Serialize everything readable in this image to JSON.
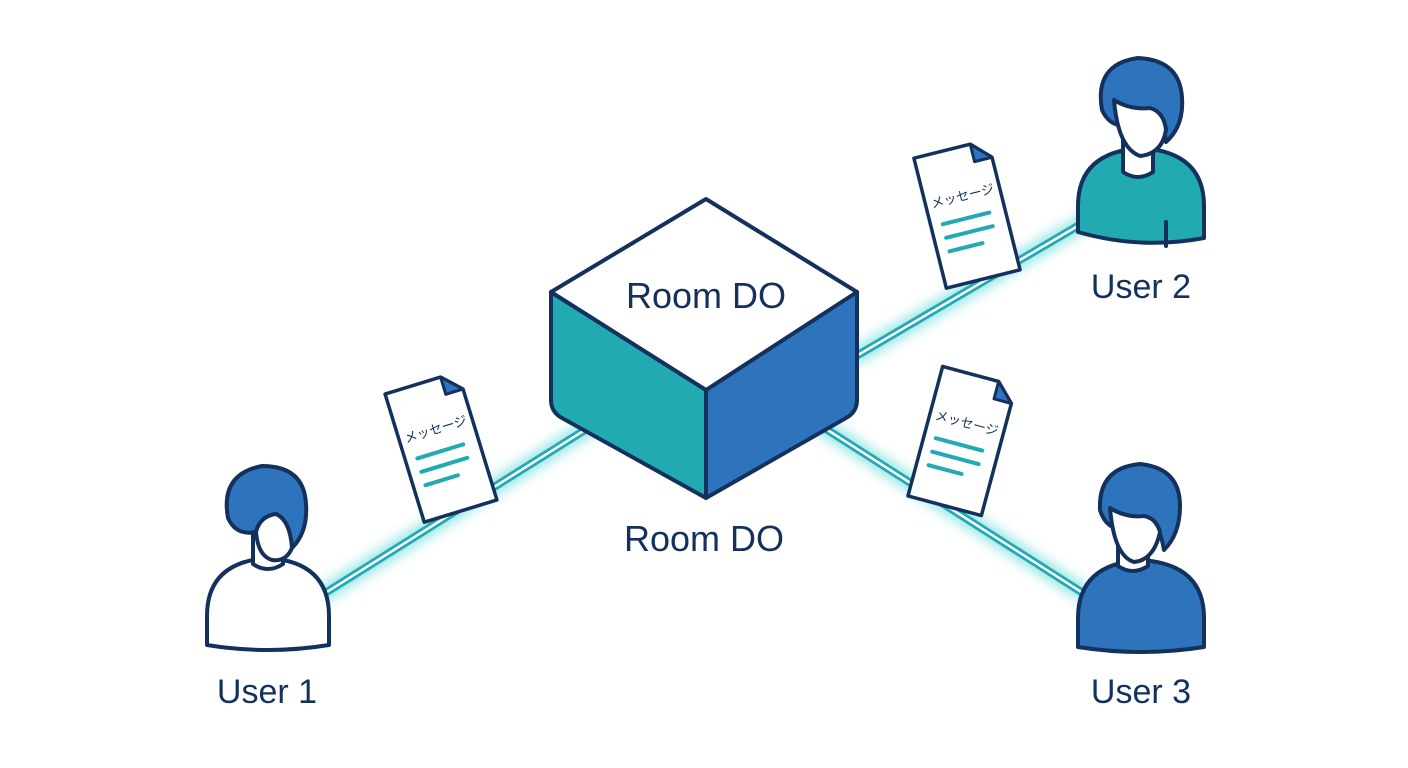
{
  "room": {
    "top_label": "Room DO",
    "bottom_label": "Room DO"
  },
  "users": [
    {
      "label": "User 1"
    },
    {
      "label": "User 2"
    },
    {
      "label": "User 3"
    }
  ],
  "messages": [
    {
      "text": "メッセージ"
    },
    {
      "text": "メッセージ"
    },
    {
      "text": "メッセージ"
    }
  ],
  "colors": {
    "outline": "#13315c",
    "teal": "#22aab3",
    "blue": "#2e74bc",
    "glow": "#3fd0cf",
    "white": "#ffffff"
  },
  "icons": [
    "person-icon",
    "document-icon",
    "cube-icon"
  ]
}
